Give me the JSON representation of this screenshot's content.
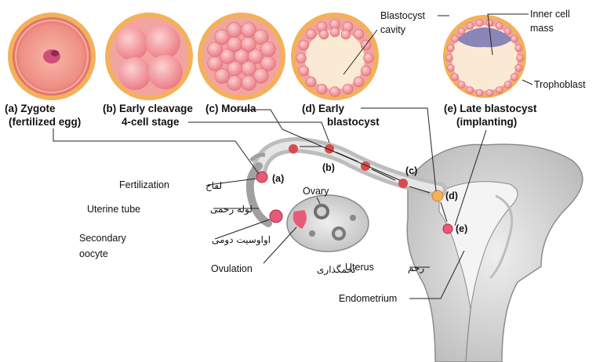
{
  "stages": [
    {
      "letter": "(a)",
      "name": "Zygote",
      "line2": "(fertilized egg)"
    },
    {
      "letter": "(b)",
      "name": "Early cleavage",
      "line2": "4-cell stage"
    },
    {
      "letter": "(c)",
      "name": "Morula",
      "line2": ""
    },
    {
      "letter": "(d)",
      "name": "Early",
      "line2": "blastocyst"
    },
    {
      "letter": "(e)",
      "name": "Late blastocyst",
      "line2": "(implanting)"
    }
  ],
  "blastocyst_labels": {
    "cavity_line1": "Blastocyst",
    "cavity_line2": "cavity",
    "inner_mass_line1": "Inner cell",
    "inner_mass_line2": "mass",
    "trophoblast": "Trophoblast"
  },
  "anatomy": {
    "fertilization": "Fertilization",
    "fertilization_fa": "لقاح",
    "uterine_tube": "Uterine tube",
    "uterine_tube_fa": "لوله رحمی",
    "secondary_oocyte_line1": "Secondary",
    "secondary_oocyte_line2": "oocyte",
    "secondary_oocyte_fa": "اواوسیت دومی",
    "ovary": "Ovary",
    "ovulation": "Ovulation",
    "ovulation_fa": "تخمگذاری",
    "uterus": "Uterus",
    "uterus_fa": "رحم",
    "endometrium": "Endometrium"
  },
  "path_markers": [
    "(a)",
    "(b)",
    "(c)",
    "(d)",
    "(e)"
  ],
  "colors": {
    "membrane": "#e8a23a",
    "cytoplasm": "#f08a8a",
    "cell": "#f5a3a3",
    "tissue": "#d9d9d9",
    "tissue_dark": "#9a9a9a",
    "inner_mass": "#8a86b8"
  }
}
